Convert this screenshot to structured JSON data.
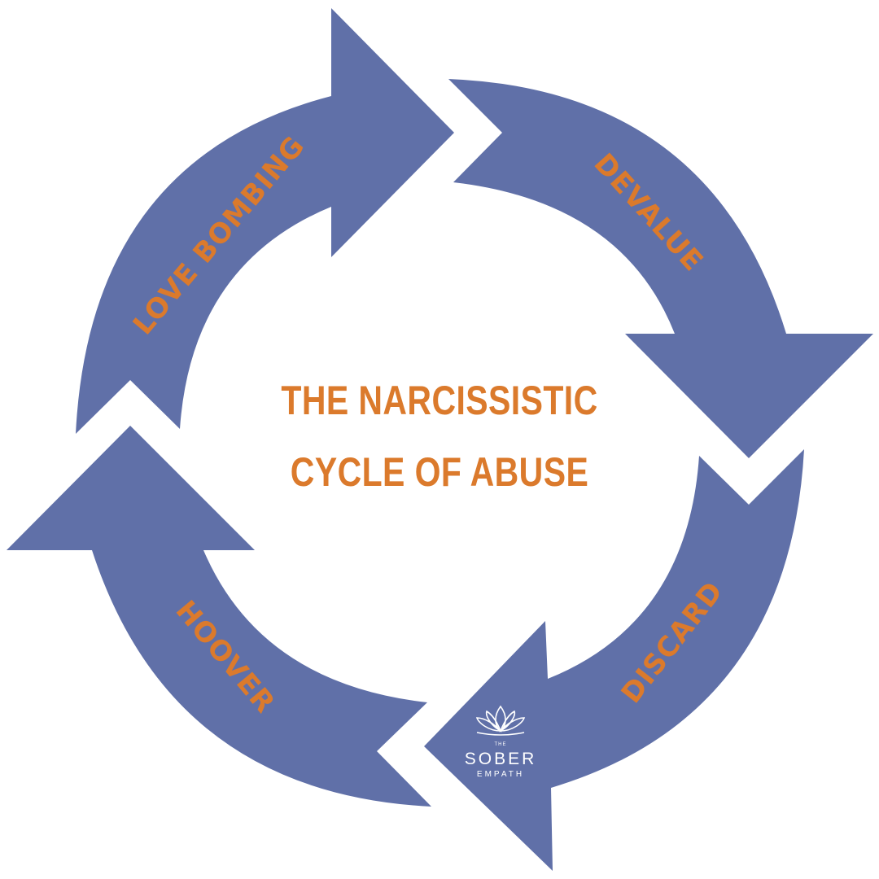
{
  "title": {
    "line1": "THE NARCISSISTIC",
    "line2": "CYCLE OF ABUSE"
  },
  "stages": [
    {
      "label": "LOVE BOMBING"
    },
    {
      "label": "DEVALUE"
    },
    {
      "label": "DISCARD"
    },
    {
      "label": "HOOVER"
    }
  ],
  "brand": {
    "small": "THE",
    "name": "SOBER",
    "sub": "EMPATH",
    "icon": "lotus-icon"
  },
  "colors": {
    "arrow": "#6070a8",
    "label": "#db7a2c",
    "background": "#ffffff"
  }
}
